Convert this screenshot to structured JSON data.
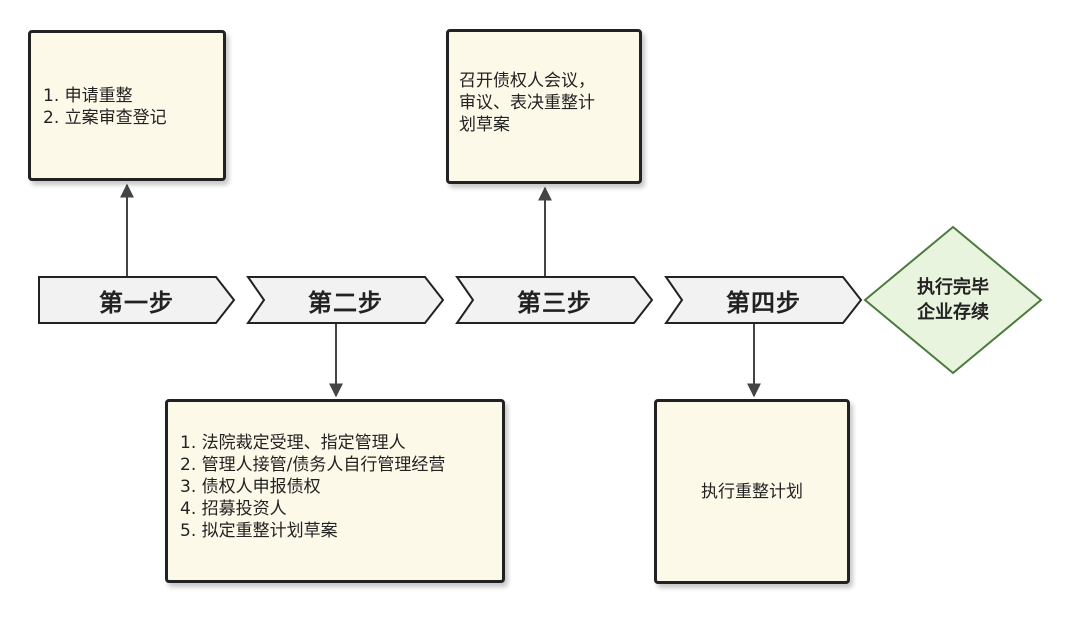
{
  "steps": [
    {
      "label": "第一步"
    },
    {
      "label": "第二步"
    },
    {
      "label": "第三步"
    },
    {
      "label": "第四步"
    }
  ],
  "notes": {
    "step1": [
      "1. 申请重整",
      "2. 立案审查登记"
    ],
    "step2": [
      "1. 法院裁定受理、指定管理人",
      "2. 管理人接管/债务人自行管理经营",
      "3. 债权人申报债权",
      "4. 招募投资人",
      "5. 拟定重整计划草案"
    ],
    "step3": [
      "召开债权人会议，",
      "审议、表决重整计",
      "划草案"
    ],
    "step4": [
      "执行重整计划"
    ]
  },
  "end": {
    "lines": [
      "执行完毕",
      "企业存续"
    ]
  },
  "colors": {
    "note_fill": "#fdf9e9",
    "step_fill": "#f2f2f2",
    "end_fill": "#e9f4df",
    "end_stroke": "#4c7a3c",
    "stroke": "#222222"
  }
}
